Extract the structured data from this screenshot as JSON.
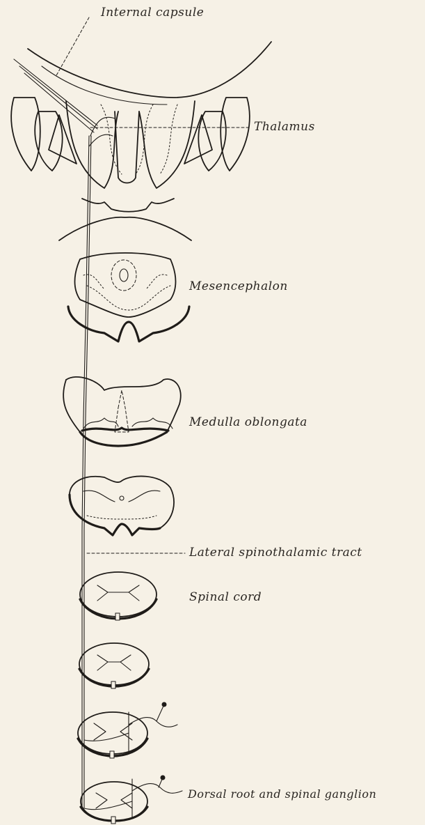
{
  "labels": {
    "internal_capsule": "Internal capsule",
    "thalamus": "Thalamus",
    "mesencephalon": "Mesencephalon",
    "medulla_oblongata": "Medulla oblongata",
    "lateral_spinothalamic_tract": "Lateral spinothalamic tract",
    "spinal_cord": "Spinal cord",
    "dorsal_root": "Dorsal root and spinal ganglion"
  },
  "colors": {
    "background": "#f6f1e6",
    "ink": "#1f1c19"
  }
}
